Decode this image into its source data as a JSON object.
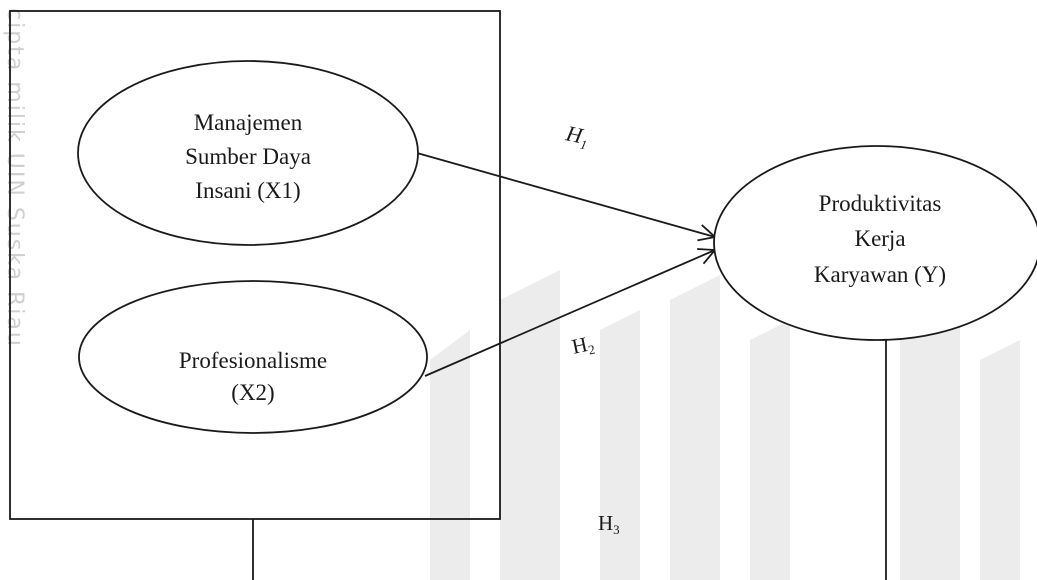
{
  "nodes": {
    "x1": {
      "lines": [
        "Manajemen",
        "Sumber Daya",
        "Insani (X1)"
      ]
    },
    "x2": {
      "lines": [
        "Profesionalisme",
        "(X2)"
      ]
    },
    "y": {
      "lines": [
        "Produktivitas",
        "Kerja",
        "Karyawan (Y)"
      ]
    }
  },
  "hypotheses": {
    "h1": {
      "main": "H",
      "sub": "1"
    },
    "h2": {
      "main": "H",
      "sub": "2"
    },
    "h3": {
      "main": "H",
      "sub": "3"
    }
  },
  "watermark": {
    "text": "cipta milik UIN Suska Riau"
  },
  "colors": {
    "line": "#1a1a1a",
    "watermark": "#cfcfcf",
    "background": "#ffffff"
  }
}
